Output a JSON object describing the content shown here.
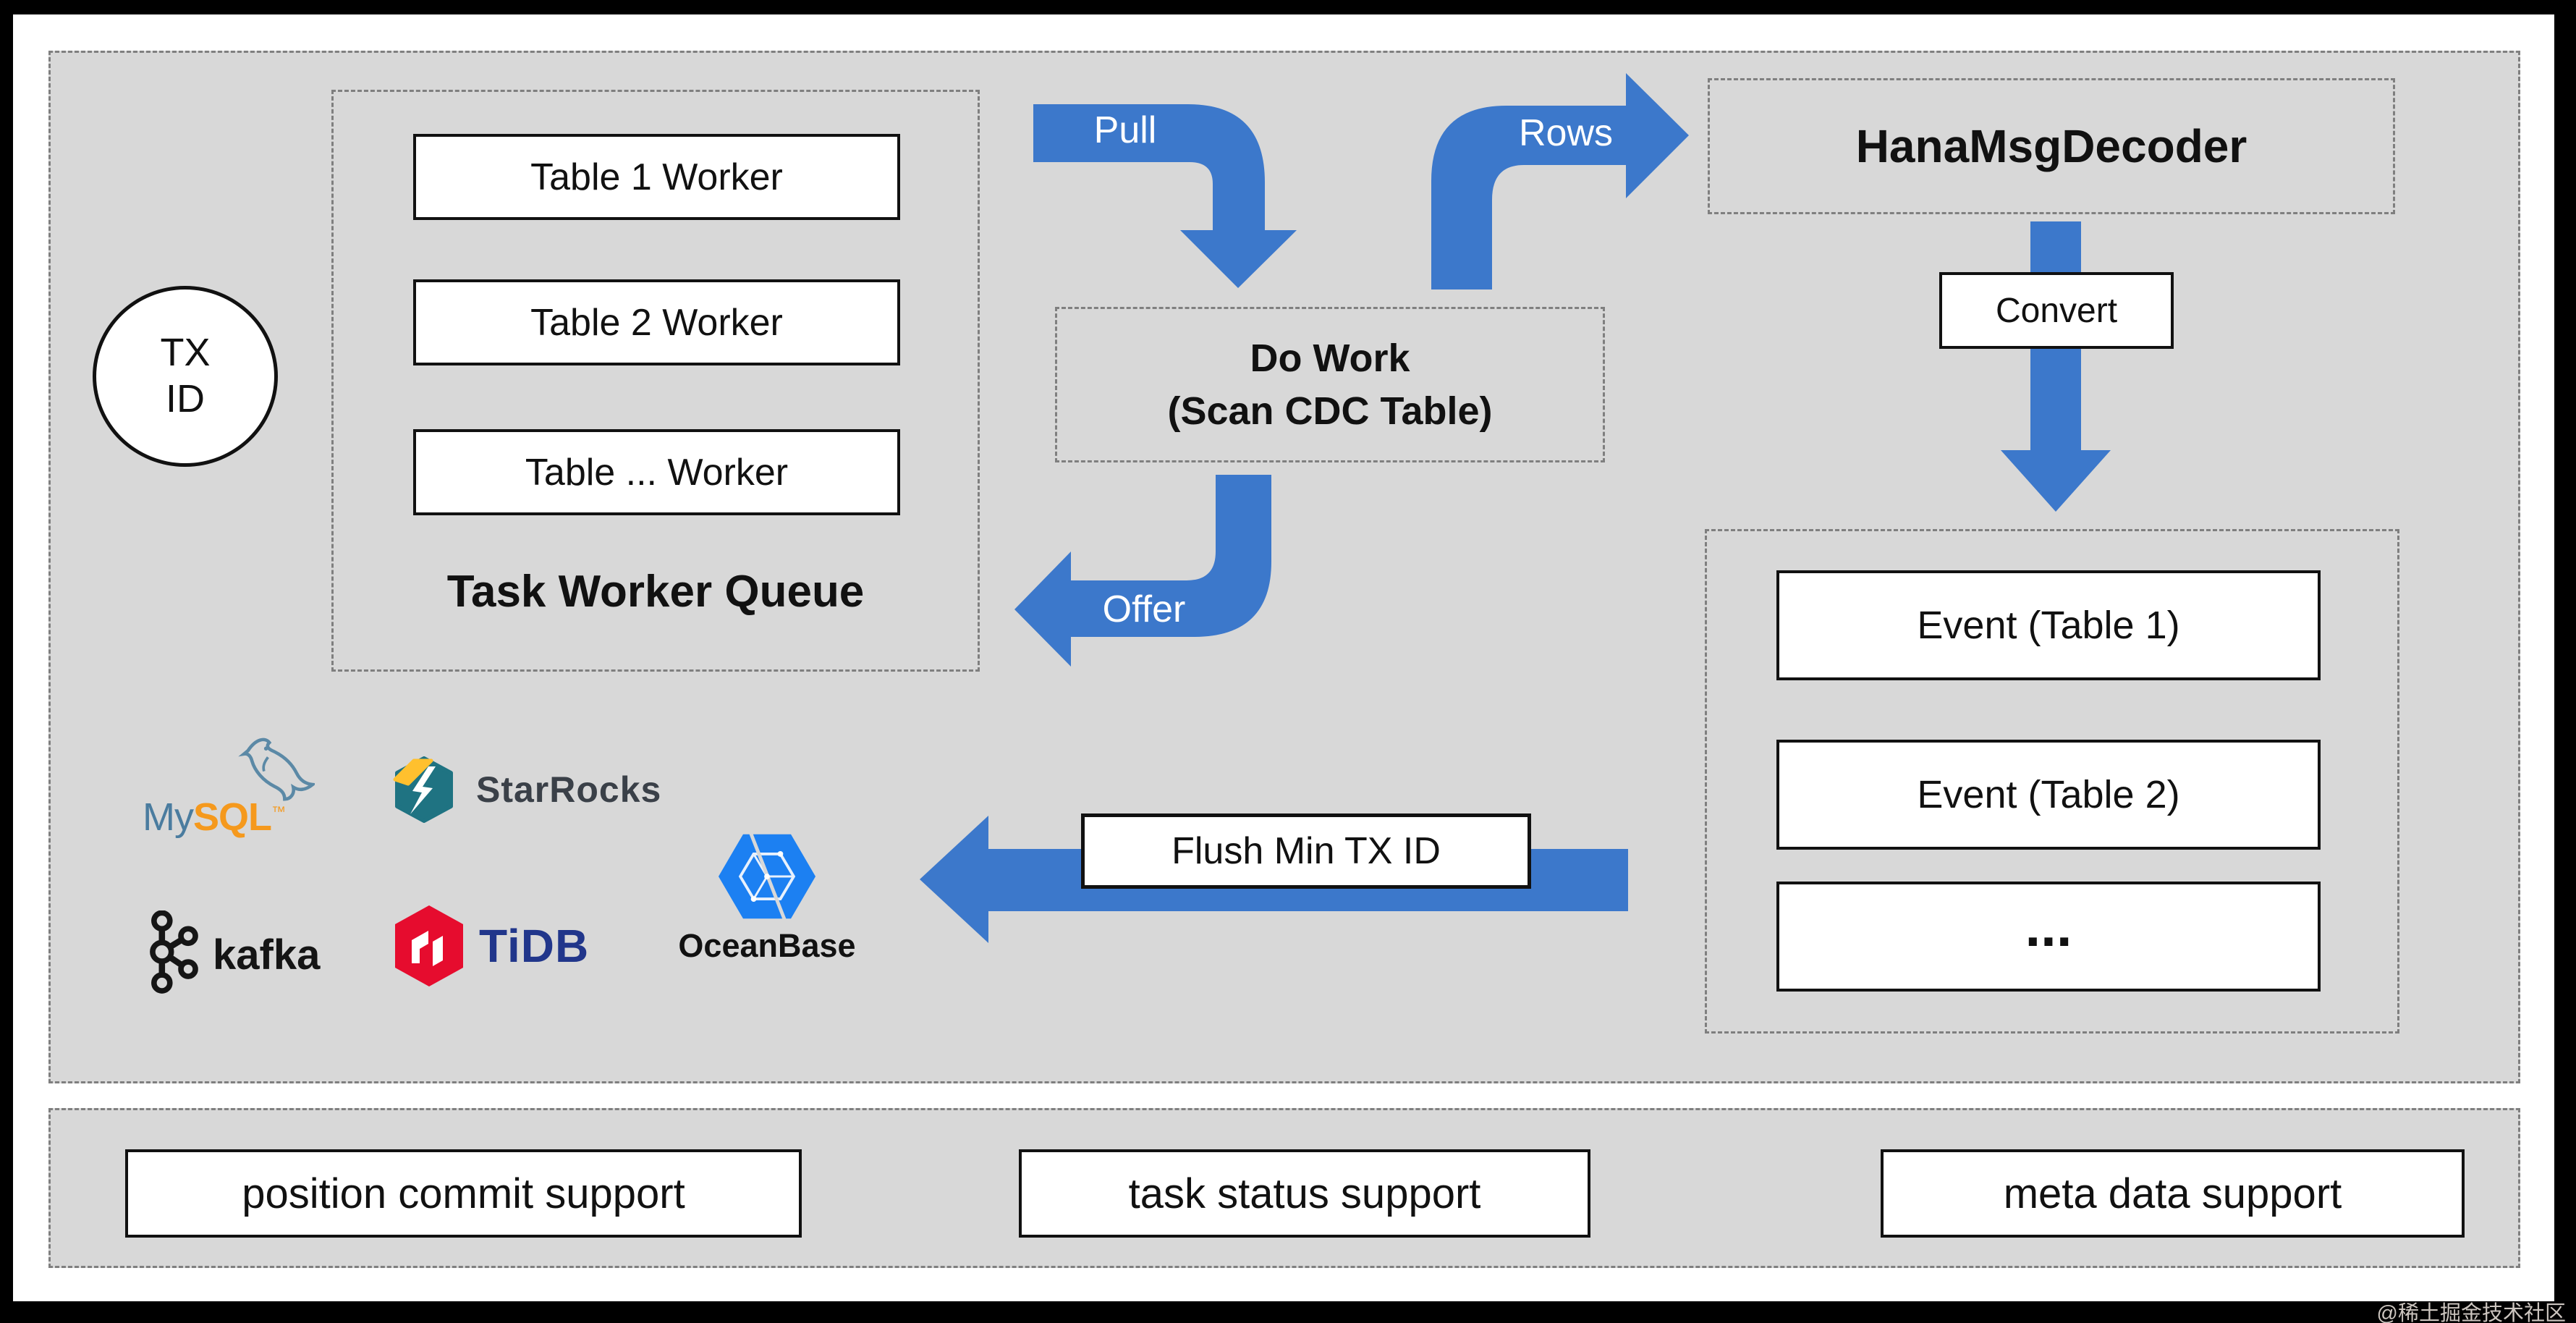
{
  "colors": {
    "arrow_blue": "#3C78CB",
    "panel_bg": "#D8D8D8",
    "dash_border": "#7F7F7F",
    "box_border": "#111111",
    "mysql_blue": "#4A7C9F",
    "mysql_orange": "#F5991D",
    "starrocks_teal": "#1F7382",
    "starrocks_yellow": "#FFC02E",
    "starrocks_text": "#3A4048",
    "kafka_black": "#151515",
    "tidb_red": "#E60C2E",
    "tidb_navy": "#21368B",
    "oceanbase_blue": "#1C80F2",
    "watermark_gray": "#CCC5BF"
  },
  "tx_node": {
    "line1": "TX",
    "line2": "ID"
  },
  "queue": {
    "title": "Task Worker Queue",
    "workers": [
      "Table 1 Worker",
      "Table 2 Worker",
      "Table ... Worker"
    ]
  },
  "do_work": {
    "line1": "Do Work",
    "line2": "(Scan CDC Table)"
  },
  "decoder": {
    "title": "HanaMsgDecoder"
  },
  "convert": {
    "label": "Convert"
  },
  "events": {
    "items": [
      "Event (Table 1)",
      "Event (Table 2)",
      "..."
    ]
  },
  "arrows": {
    "pull": "Pull",
    "rows": "Rows",
    "offer": "Offer",
    "flush": "Flush Min TX ID"
  },
  "logos": {
    "mysql": {
      "part1": "My",
      "part2": "SQL",
      "tm": "™"
    },
    "starrocks": "StarRocks",
    "kafka": "kafka",
    "tidb": "TiDB",
    "oceanbase": "OceanBase"
  },
  "support": {
    "items": [
      "position commit support",
      "task status support",
      "meta data support"
    ]
  },
  "watermark": "@稀土掘金技术社区"
}
